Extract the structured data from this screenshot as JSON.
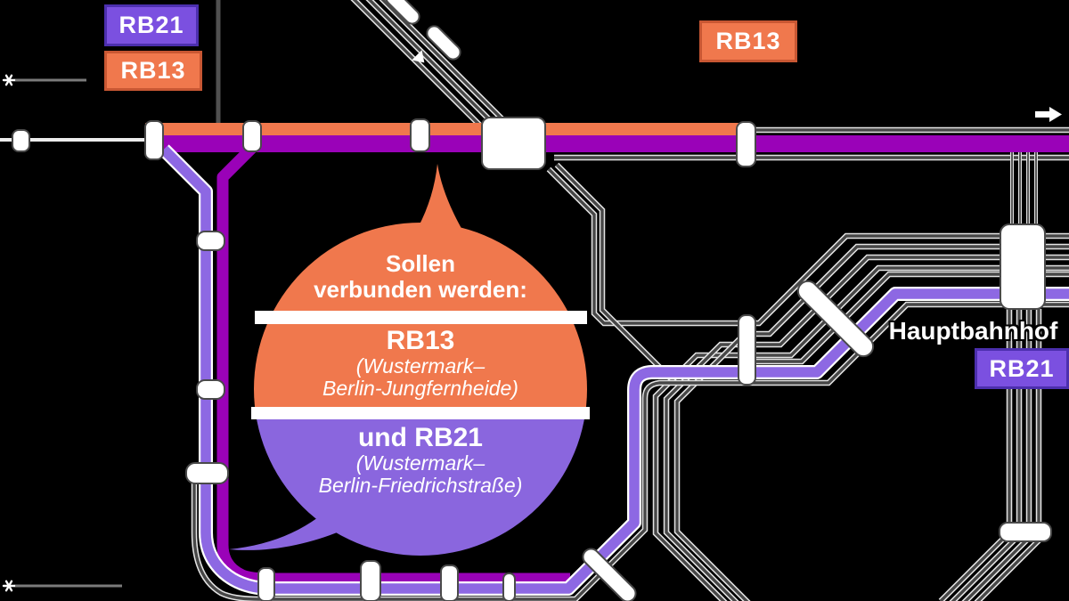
{
  "map": {
    "badges": {
      "top_left_rb21": "RB21",
      "top_left_rb13": "RB13",
      "top_right_rb13": "RB13",
      "hauptbahnhof_rb21": "RB21"
    },
    "stations": {
      "hauptbahnhof_label": "Hauptbahnhof"
    },
    "bubble": {
      "heading_line1": "Sollen",
      "heading_line2": "verbunden werden:",
      "rb13_title": "RB13",
      "rb13_route_line1": "(Wustermark–",
      "rb13_route_line2": "Berlin-Jungfernheide)",
      "rb21_title": "und RB21",
      "rb21_route_line1": "(Wustermark–",
      "rb21_route_line2": "Berlin-Friedrichstraße)"
    },
    "colors": {
      "orange": "#F0784D",
      "magenta": "#9A02B8",
      "line_purple": "#8D68E3",
      "badge_purple": "#7B50E0",
      "bubble_purple": "#8A66DE",
      "track_dark": "#474747",
      "track_light": "#E3E3E3",
      "white": "#FFFFFF"
    }
  }
}
